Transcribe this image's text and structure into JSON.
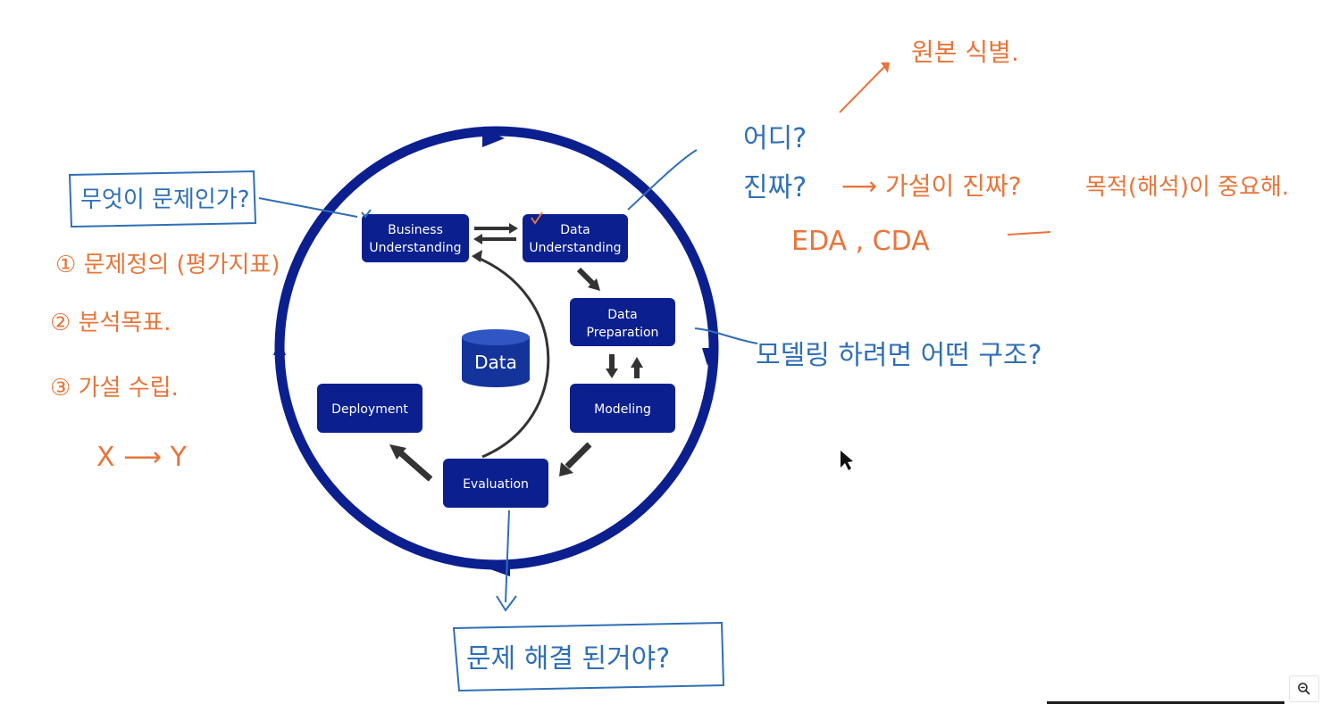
{
  "diagram": {
    "boxes": {
      "business": [
        "Business",
        "Understanding"
      ],
      "data_understanding": [
        "Data",
        "Understanding"
      ],
      "data_preparation": [
        "Data",
        "Preparation"
      ],
      "modeling": "Modeling",
      "evaluation": "Evaluation",
      "deployment": "Deployment"
    },
    "center": "Data"
  },
  "notes": {
    "left_question": "무엇이 문제인가?",
    "step1": "① 문제정의 (평가지표)",
    "step2": "② 분석목표.",
    "step3": "③ 가설 수립.",
    "xy": "X ⟶ Y",
    "where": "어디?",
    "really": "진짜?",
    "hypothesis_real": "⟶ 가설이 진짜?",
    "purpose": "목적(해석)이 중요해.",
    "source_identify": "원본 식별.",
    "eda_cda": "EDA , CDA",
    "modeling_structure": "모델링 하려면 어떤 구조?",
    "solved": "문제 해결 된거야?"
  },
  "colors": {
    "box": "#0b1f8f",
    "ring": "#0b1f8f",
    "orange_ink": "#e8753a",
    "blue_ink": "#2f6fb6",
    "arrow": "#333333"
  },
  "icons": [
    "zoom-out-icon",
    "cursor-icon"
  ]
}
